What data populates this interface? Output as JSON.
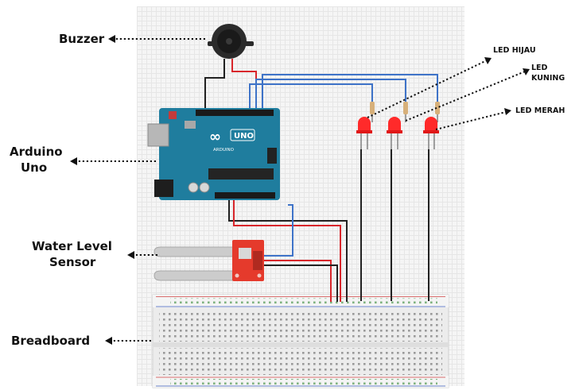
{
  "labels": {
    "buzzer": "Buzzer",
    "arduino_line1": "Arduino",
    "arduino_line2": "Uno",
    "water_line1": "Water Level",
    "water_line2": "Sensor",
    "breadboard": "Breadboard",
    "led_green": "LED HIJAU",
    "led_yellow": "LED KUNING",
    "led_red": "LED MERAH"
  },
  "board_text": {
    "logo": "∞",
    "model": "UNO",
    "brand": "ARDUINO"
  },
  "colors": {
    "arduino_board": "#1f7d9e",
    "led": "#ff2a2a",
    "sensor_board": "#e53a2c",
    "wire_red": "#d8262b",
    "wire_black": "#222222",
    "wire_blue": "#3e73c8",
    "breadboard": "#eeeeee"
  }
}
